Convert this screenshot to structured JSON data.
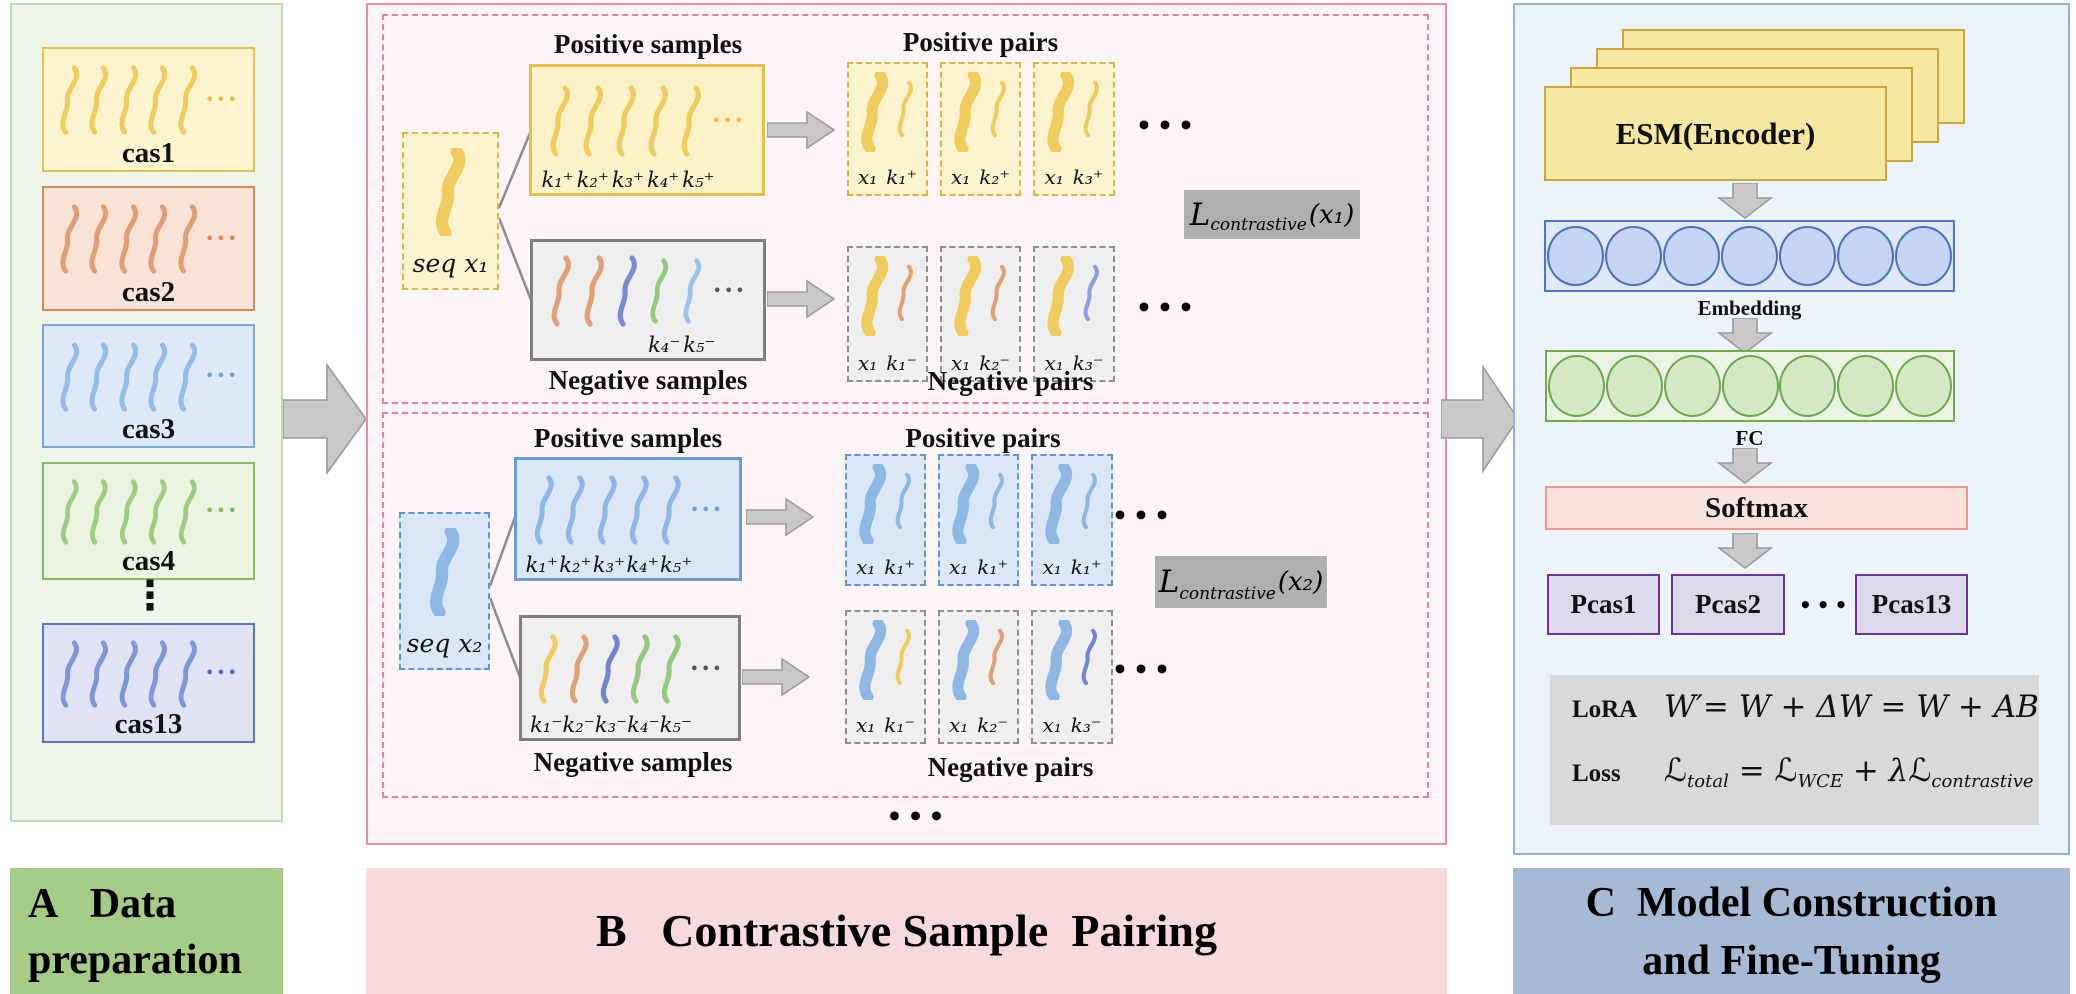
{
  "glyphs": {
    "dots": "•••",
    "vdots": "⋮"
  },
  "panel_a": {
    "banner_line1": "A   Data",
    "banner_line2": "preparation",
    "cases": [
      {
        "name": "cas1"
      },
      {
        "name": "cas2"
      },
      {
        "name": "cas3"
      },
      {
        "name": "cas4"
      },
      {
        "name": "cas13"
      }
    ]
  },
  "panel_b": {
    "banner": "B   Contrastive Sample  Pairing",
    "rows": [
      {
        "seq_label": "seq x₁",
        "positive_samples_title": "Positive samples",
        "negative_samples_title": "Negative samples",
        "positive_pairs_title": "Positive pairs",
        "negative_pairs_title": "Negative pairs",
        "pos_keys": [
          "k₁⁺",
          "k₂⁺",
          "k₃⁺",
          "k₄⁺",
          "k₅⁺"
        ],
        "neg_keys": [
          "k₄⁻",
          "k₅⁻"
        ],
        "pos_pairs": [
          {
            "x": "x₁",
            "k": "k₁⁺"
          },
          {
            "x": "x₁",
            "k": "k₂⁺"
          },
          {
            "x": "x₁",
            "k": "k₃⁺"
          }
        ],
        "neg_pairs": [
          {
            "x": "x₁",
            "k": "k₁⁻"
          },
          {
            "x": "x₁",
            "k": "k₂⁻"
          },
          {
            "x": "x₁",
            "k": "k₃⁻"
          }
        ],
        "loss_L": "L",
        "loss_sub": "contrastive",
        "loss_arg": "(x₁)"
      },
      {
        "seq_label": "seq x₂",
        "positive_samples_title": "Positive samples",
        "negative_samples_title": "Negative samples",
        "positive_pairs_title": "Positive pairs",
        "negative_pairs_title": "Negative pairs",
        "pos_keys": [
          "k₁⁺",
          "k₂⁺",
          "k₃⁺",
          "k₄⁺",
          "k₅⁺"
        ],
        "neg_keys": [
          "k₁⁻",
          "k₂⁻",
          "k₃⁻",
          "k₄⁻",
          "k₅⁻"
        ],
        "pos_pairs": [
          {
            "x": "x₁",
            "k": "k₁⁺"
          },
          {
            "x": "x₁",
            "k": "k₁⁺"
          },
          {
            "x": "x₁",
            "k": "k₁⁺"
          }
        ],
        "neg_pairs": [
          {
            "x": "x₁",
            "k": "k₁⁻"
          },
          {
            "x": "x₁",
            "k": "k₂⁻"
          },
          {
            "x": "x₁",
            "k": "k₃⁻"
          }
        ],
        "loss_L": "L",
        "loss_sub": "contrastive",
        "loss_arg": "(x₂)"
      }
    ],
    "bottom_ellipsis": "•••"
  },
  "panel_c": {
    "banner_line1": "C  Model Construction",
    "banner_line2": "and Fine-Tuning",
    "esm_label": "ESM(Encoder)",
    "embedding_label": "Embedding",
    "fc_label": "FC",
    "softmax_label": "Softmax",
    "pcas": [
      {
        "name": "Pcas1"
      },
      {
        "name": "Pcas2"
      },
      {
        "name": "Pcas13"
      }
    ],
    "pcas_ellipsis": "•••",
    "lora_label": "LoRA",
    "lora_formula": "W′= W + ΔW = W + AB",
    "loss_label": "Loss",
    "loss_formula": {
      "l1": "ℒ",
      "s1": "total",
      "eq": " = ",
      "l2": "ℒ",
      "s2": "WCE",
      "op": " + λ",
      "l3": "ℒ",
      "s3": "contrastive"
    }
  },
  "palette": {
    "panel_a_accent": "#A5CC87",
    "panel_b_accent": "#F08CA6",
    "panel_c_accent": "#A6BAD6",
    "squiggle_yellow": "#F0CC5E",
    "squiggle_orange": "#E1A176",
    "squiggle_blue": "#94BCE8",
    "squiggle_indigo": "#7D8BD3",
    "squiggle_green": "#95C97F",
    "arrow_gray": "#C9C9C9"
  }
}
